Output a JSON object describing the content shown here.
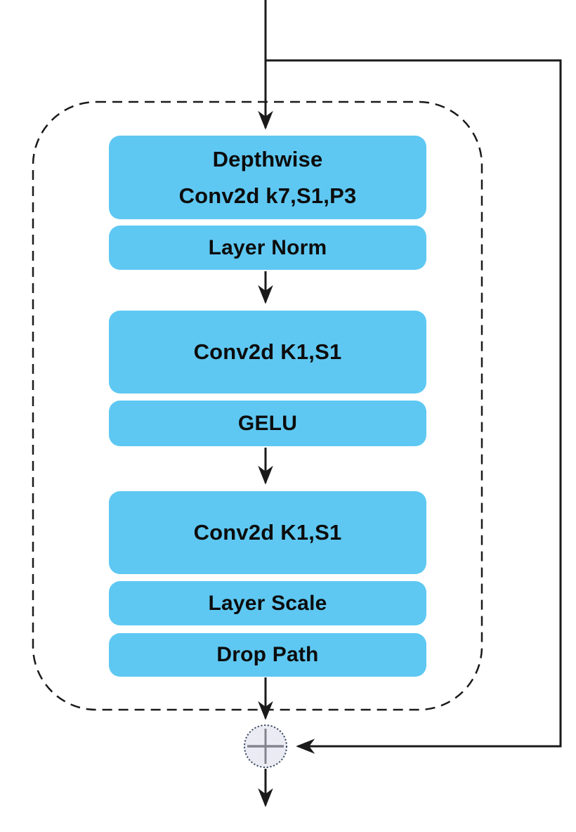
{
  "diagram": {
    "name": "convnext-style-residual-block",
    "blocks": [
      {
        "label": "Depthwise\nConv2d k7,S1,P3"
      },
      {
        "label": "Layer Norm"
      },
      {
        "label": "Conv2d K1,S1"
      },
      {
        "label": "GELU"
      },
      {
        "label": "Conv2d K1,S1"
      },
      {
        "label": "Layer Scale"
      },
      {
        "label": "Drop Path"
      }
    ],
    "operator": {
      "name": "elementwise-add",
      "symbol": "+"
    }
  },
  "colors": {
    "block_fill": "#5ec8f2",
    "block_text": "#0c0c0c",
    "line": "#1a1a1a",
    "dashed_boundary": "#1a1a1a",
    "add_circle_fill": "#ebecf3",
    "add_circle_border": "#3c4a63",
    "plus_glyph": "#84848e",
    "background": "#ffffff"
  }
}
